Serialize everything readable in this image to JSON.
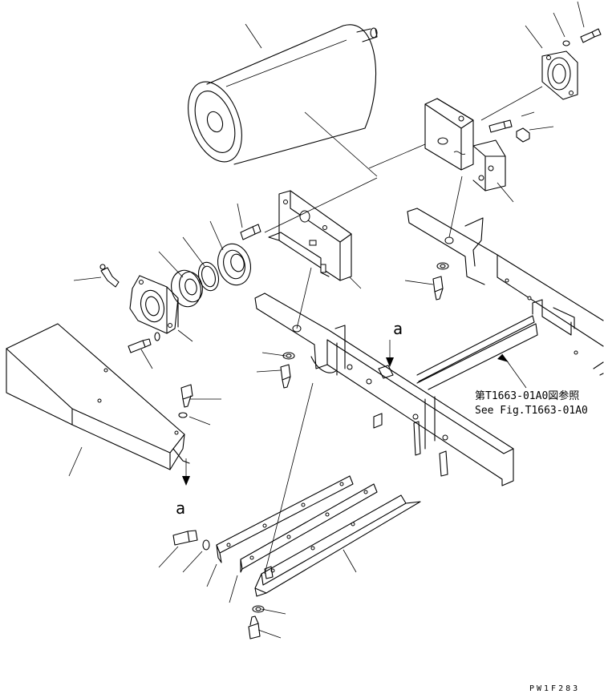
{
  "reference": {
    "ja": "第T1663-01A0図参照",
    "en": "See Fig.T1663-01A0"
  },
  "markers": {
    "upper": "a",
    "lower": "a"
  },
  "drawing_code": "PW1F283"
}
